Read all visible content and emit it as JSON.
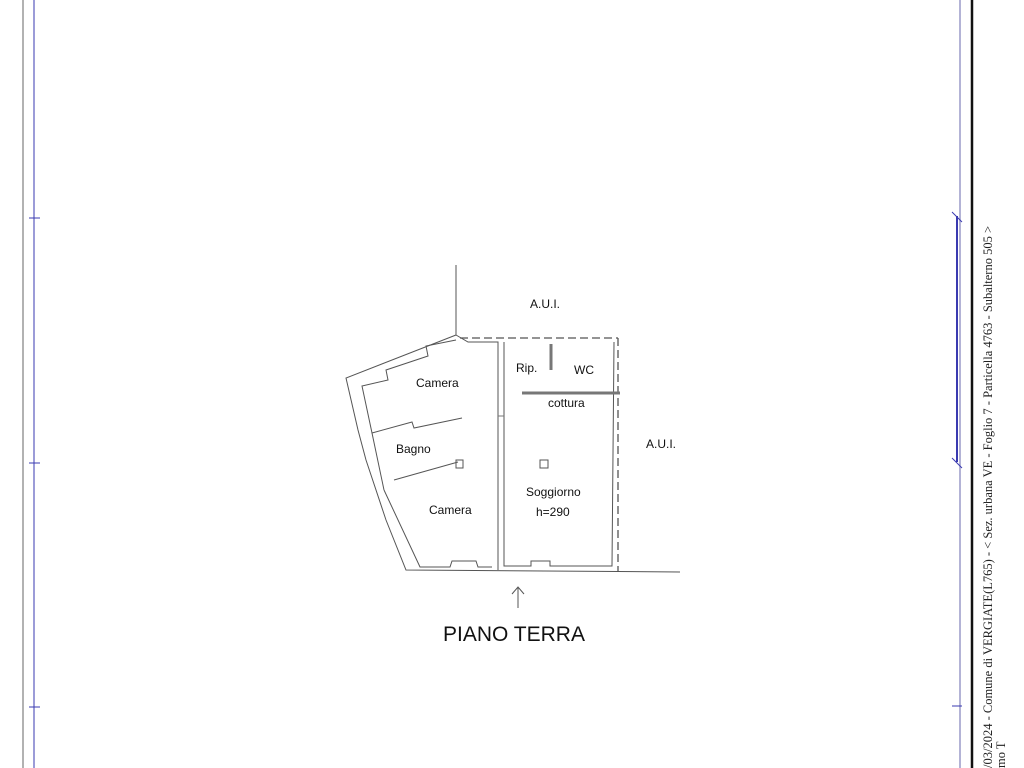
{
  "plan": {
    "title": "PIANO TERRA",
    "rooms": {
      "aui_top": "A.U.I.",
      "aui_right": "A.U.I.",
      "camera_top": "Camera",
      "bagno": "Bagno",
      "camera_bottom": "Camera",
      "rip": "Rip.",
      "wc": "WC",
      "cottura": "cottura",
      "soggiorno": "Soggiorno",
      "height": "h=290"
    }
  },
  "margin_text": {
    "line1": "/03/2024 - Comune di VERGIATE(L765) - < Sez. urbana VE - Foglio 7 - Particella 4763 - Subalterno 505 >",
    "line2": "mo T"
  },
  "colors": {
    "frame_blue": "#3a3ab0",
    "wall": "#555555"
  }
}
